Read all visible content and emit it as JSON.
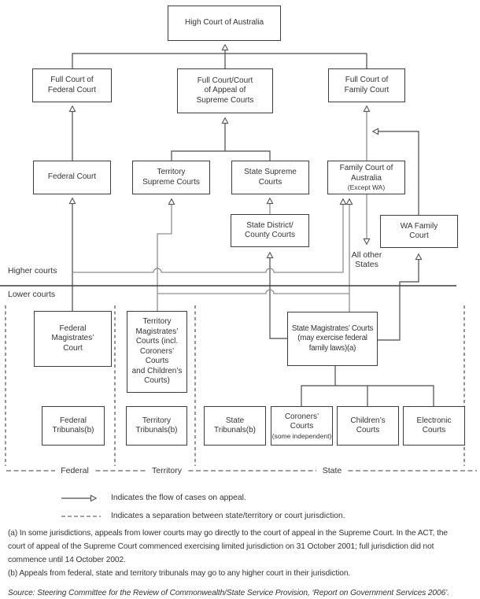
{
  "boxes": {
    "high_court": "High Court of Australia",
    "full_federal": "Full Court of\nFederal Court",
    "full_supreme": "Full Court/Court\nof Appeal of\nSupreme Courts",
    "full_family": "Full Court of\nFamily Court",
    "federal_court": "Federal Court",
    "territory_supreme": "Territory\nSupreme Courts",
    "state_supreme": "State Supreme\nCourts",
    "family_court_aus": {
      "main": "Family Court of\nAustralia",
      "sub": "(Except WA)"
    },
    "state_district": "State District/\nCounty Courts",
    "wa_family": "WA Family\nCourt",
    "federal_magistrates": "Federal\nMagistrates’\nCourt",
    "territory_magistrates": "Territory\nMagistrates’\nCourts (incl.\nCoroners’ Courts\nand Children’s\nCourts)",
    "state_magistrates": "State Magistrates’ Courts\n(may exercise federal\nfamily laws)(a)",
    "federal_tribunals": "Federal\nTribunals(b)",
    "territory_tribunals": "Territory\nTribunals(b)",
    "state_tribunals": "State\nTribunals(b)",
    "coroners": {
      "main": "Coroners’\nCourts",
      "sub": "(some independent)"
    },
    "childrens": "Children’s\nCourts",
    "electronic": "Electronic\nCourts"
  },
  "labels": {
    "higher_courts": "Higher courts",
    "lower_courts": "Lower courts",
    "all_other_states": "All other\nStates"
  },
  "regions": {
    "federal": "Federal",
    "territory": "Territory",
    "state": "State"
  },
  "legend": {
    "flow": "Indicates the flow of cases on appeal.",
    "separation": "Indicates a separation between state/territory or court jurisdiction."
  },
  "footnotes": {
    "a_line1": "(a) In some jurisdictions, appeals from lower courts may go directly to the court of appeal in the Supreme Court. In the ACT, the",
    "a_line2": "court of appeal of the Supreme Court commenced exercising limited jurisdiction on 31 October 2001; full jurisdiction did not",
    "a_line3": "commence until 14 October 2002.",
    "b": "(b) Appeals from federal, state and territory tribunals may go to any higher court in their jurisdiction.",
    "source": "Source: Steering Committee for the Review of Commonwealth/State Service Provision, ‘Report on Government Services 2006’."
  },
  "colors": {
    "line_dark": "#4a4a4a",
    "line_gray": "#8f8f8f",
    "box_border": "#3d3d3d"
  }
}
